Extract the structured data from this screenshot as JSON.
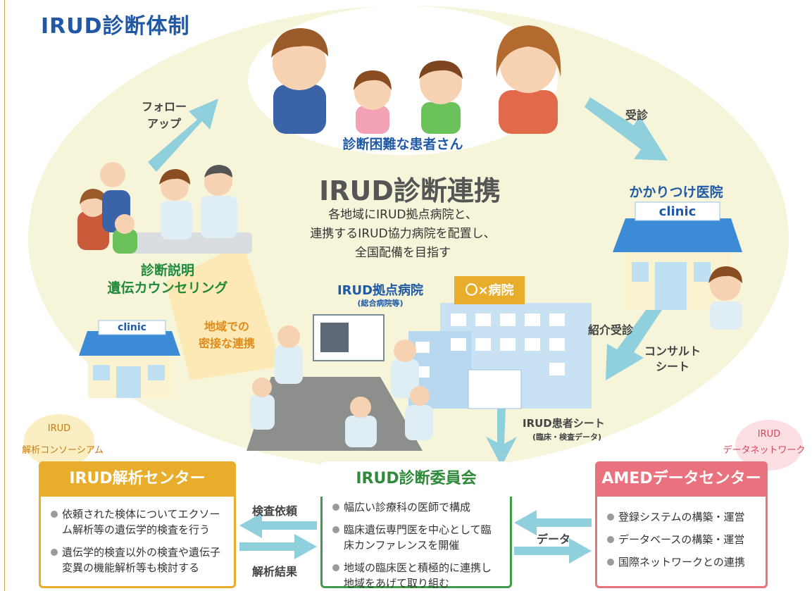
{
  "title": "IRUD診断体制",
  "family_label": "診断困難な患者さん",
  "center": {
    "title": "IRUD診断連携",
    "desc_lines": [
      "各地域にIRUD拠点病院と、",
      "連携するIRUD協力病院を配置し、",
      "全国配備を目指す"
    ]
  },
  "clinic_sign": "clinic",
  "kakaritsuke": "かかりつけ医院",
  "hospital": {
    "sign": "〇×病院",
    "label": "IRUD拠点病院",
    "sub": "(総合病院等)"
  },
  "counseling": {
    "line1": "診断説明",
    "line2": "遺伝カウンセリング"
  },
  "regional": {
    "line1": "地域での",
    "line2": "密接な連携"
  },
  "arrows": {
    "followup_1": "フォロー",
    "followup_2": "アップ",
    "jushin": "受診",
    "shokai": "紹介受診",
    "consult_1": "コンサルト",
    "consult_2": "シート",
    "patient_sheet": "IRUD患者シート",
    "patient_sheet_sub": "(臨床・検査データ)",
    "kensa_irai": "検査依頼",
    "kaiseki_kekka": "解析結果",
    "data": "データ"
  },
  "badges": {
    "consortium_1": "IRUD",
    "consortium_2": "解析コンソーシアム",
    "network_1": "IRUD",
    "network_2": "データネットワーク"
  },
  "boxes": {
    "analysis": {
      "title": "IRUD解析センター",
      "items": [
        "依頼された検体についてエクソーム解析等の遺伝学的検査を行う",
        "遺伝学的検査以外の検査や遺伝子変異の機能解析等も検討する"
      ]
    },
    "committee": {
      "title": "IRUD診断委員会",
      "items": [
        "幅広い診療科の医師で構成",
        "臨床遺伝専門医を中心として臨床カンファレンスを開催",
        "地域の臨床医と積極的に連携し地域をあげて取り組む"
      ]
    },
    "amed": {
      "title": "AMEDデータセンター",
      "items": [
        "登録システムの構築・運営",
        "データベースの構築・運営",
        "国際ネットワークとの連携"
      ]
    }
  },
  "colors": {
    "analysis": "#e8ad2b",
    "committee": "#3f9a4a",
    "amed": "#e9727e",
    "arrow": "#8fd0dc",
    "title_blue": "#2058a6"
  }
}
